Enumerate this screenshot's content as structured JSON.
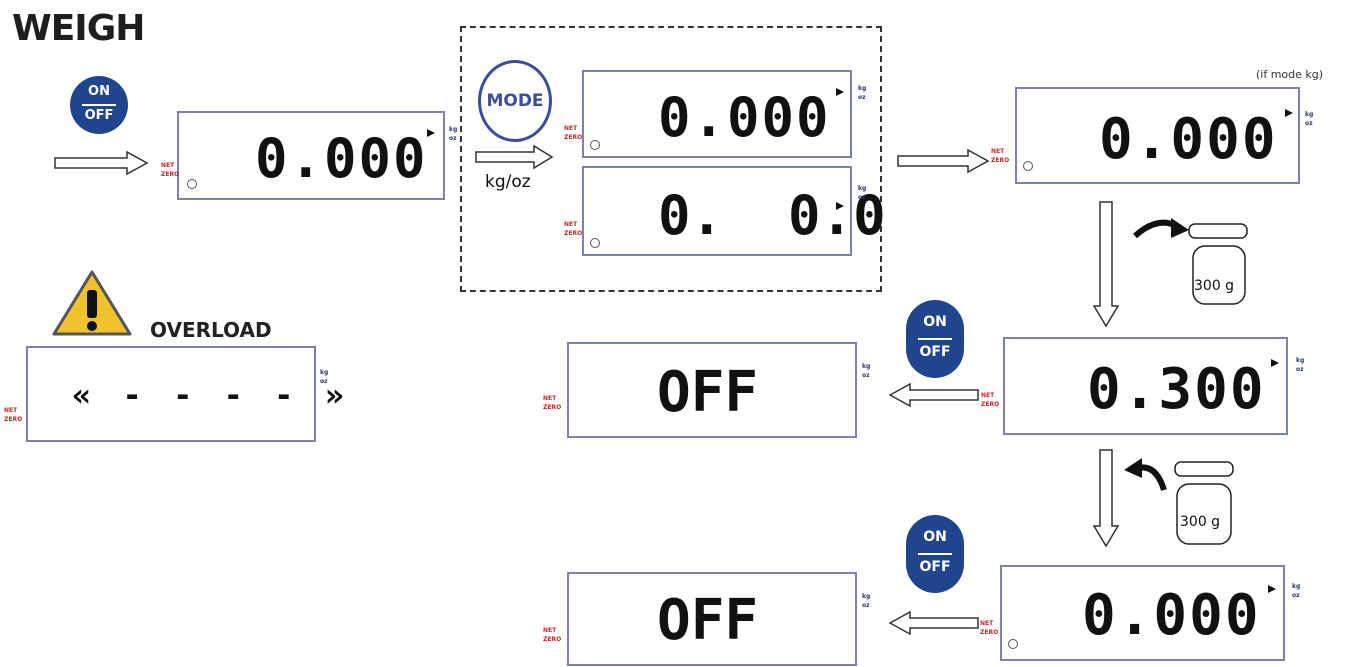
{
  "title": "WEIGH",
  "note": "(if mode kg)",
  "buttons": {
    "on": "ON",
    "off": "OFF",
    "mode": "MODE"
  },
  "arrow_label": "kg/oz",
  "overload_label": "OVERLOAD",
  "weight_label": "300 g",
  "indicators": {
    "net": "NET",
    "zero": "ZERO",
    "kg": "kg",
    "oz": "oz"
  },
  "displays": {
    "start": "0.000",
    "mode_kg": "0.000",
    "mode_oz": "0.  0.0",
    "tare": "0.000",
    "loaded": "0.300",
    "removed": "0.000",
    "off_1": "OFF",
    "off_2": "OFF",
    "overload": "« - - - - »"
  },
  "colors": {
    "button_blue": "#21458c",
    "lcd_border": "#7d7fb5",
    "net_zero_red": "#c62828",
    "warning_yellow": "#f2c12e"
  }
}
